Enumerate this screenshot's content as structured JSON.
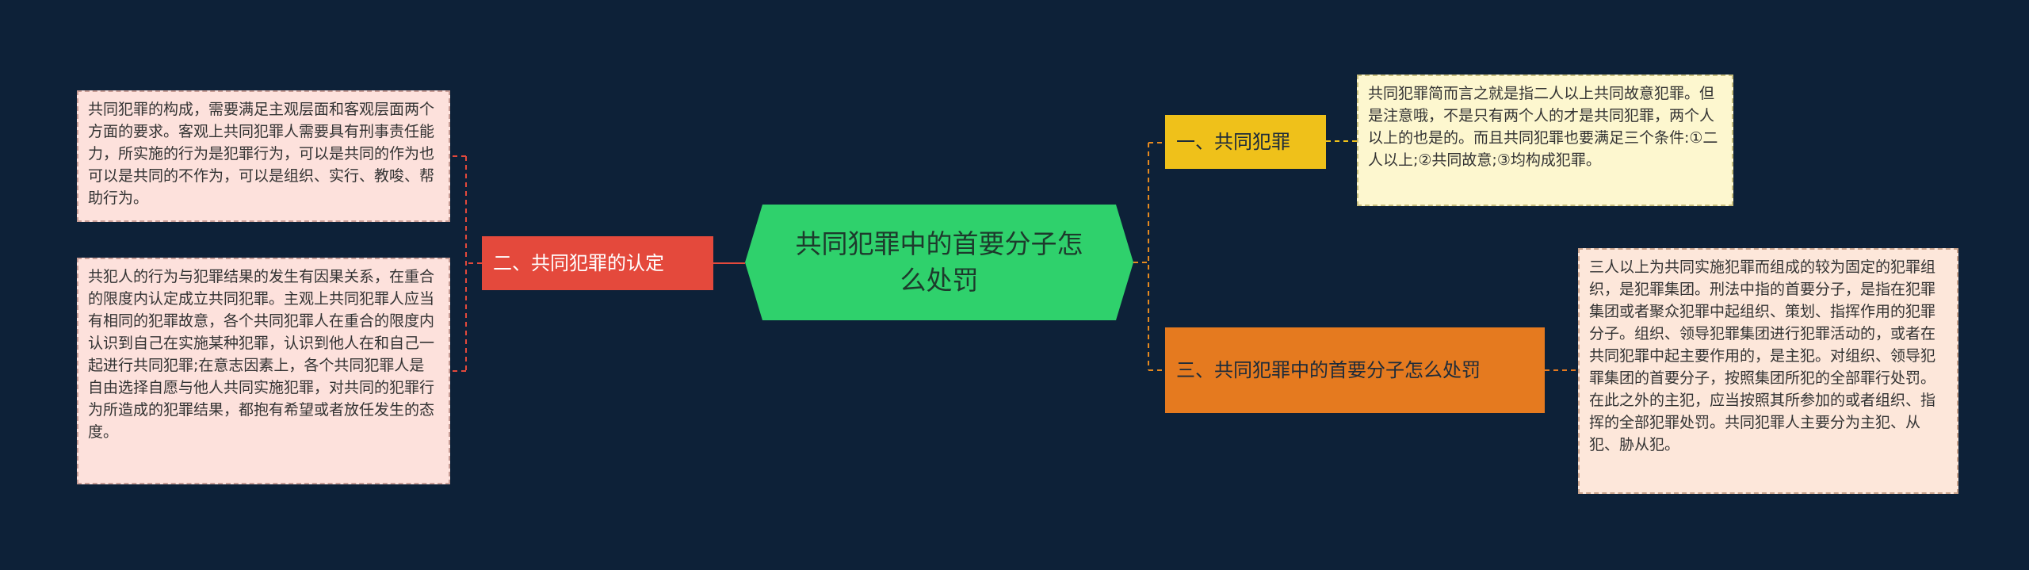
{
  "colors": {
    "background": "#0d2138",
    "root": "#2fd16c",
    "branch_1": "#efc11a",
    "branch_2": "#e4493c",
    "branch_3": "#e57a1f",
    "leaf_yellow": "#fdf7cf",
    "leaf_pink": "#fde1dc",
    "leaf_peach": "#fde7da"
  },
  "root": {
    "title": "共同犯罪中的首要分子怎么处罚"
  },
  "branches": [
    {
      "label": "一、共同犯罪",
      "details": [
        "共同犯罪简而言之就是指二人以上共同故意犯罪。但是注意哦，不是只有两个人的才是共同犯罪，两个人以上的也是的。而且共同犯罪也要满足三个条件:①二人以上;②共同故意;③均构成犯罪。"
      ]
    },
    {
      "label": "二、共同犯罪的认定",
      "details": [
        "共同犯罪的构成，需要满足主观层面和客观层面两个方面的要求。客观上共同犯罪人需要具有刑事责任能力，所实施的行为是犯罪行为，可以是共同的作为也可以是共同的不作为，可以是组织、实行、教唆、帮助行为。",
        "共犯人的行为与犯罪结果的发生有因果关系，在重合的限度内认定成立共同犯罪。主观上共同犯罪人应当有相同的犯罪故意，各个共同犯罪人在重合的限度内认识到自己在实施某种犯罪，认识到他人在和自己一起进行共同犯罪;在意志因素上，各个共同犯罪人是自由选择自愿与他人共同实施犯罪，对共同的犯罪行为所造成的犯罪结果，都抱有希望或者放任发生的态度。"
      ]
    },
    {
      "label": "三、共同犯罪中的首要分子怎么处罚",
      "details": [
        "三人以上为共同实施犯罪而组成的较为固定的犯罪组织，是犯罪集团。刑法中指的首要分子，是指在犯罪集团或者聚众犯罪中起组织、策划、指挥作用的犯罪分子。组织、领导犯罪集团进行犯罪活动的，或者在共同犯罪中起主要作用的，是主犯。对组织、领导犯罪集团的首要分子，按照集团所犯的全部罪行处罚。在此之外的主犯，应当按照其所参加的或者组织、指挥的全部犯罪处罚。共同犯罪人主要分为主犯、从犯、胁从犯。"
      ]
    }
  ]
}
